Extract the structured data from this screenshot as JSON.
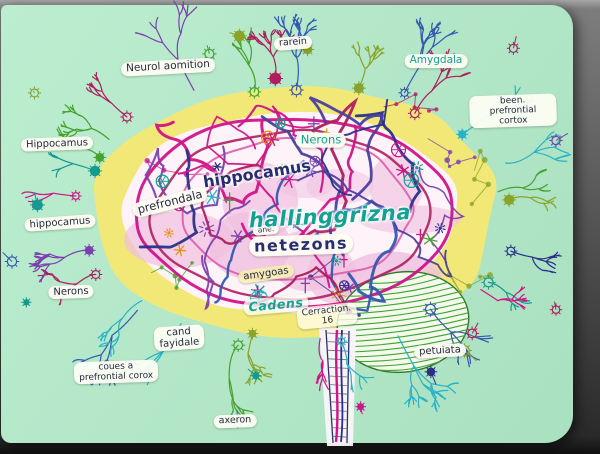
{
  "scene": {
    "title": "Hand-drawn brain neuron mind-map doodle on a mint green board",
    "colors": {
      "mat": "#b2e6c7",
      "frame_dark": "#3c3c3c",
      "halo_yellow": "#f2e878",
      "brain_cream": "#fdf3f8",
      "brain_pink": "#f0bfe0",
      "magenta": "#cf1488",
      "crimson": "#ad1f5f",
      "navy": "#2a2f8a",
      "indigo": "#4a3f9e",
      "purple": "#7b3fae",
      "blue": "#3358b0",
      "teal": "#149a8e",
      "green": "#46a12e",
      "olive": "#8aa32a",
      "orange": "#e2921c",
      "cyan": "#28b2c6",
      "cerebellum_green": "#43a338",
      "ink": "#262a40"
    }
  },
  "labels": [
    {
      "id": "neurol-aomition",
      "text": "Neurol aomition"
    },
    {
      "id": "rarein",
      "text": "rarein"
    },
    {
      "id": "amygdala",
      "text": "Amygdala"
    },
    {
      "id": "been-prefrontial-cortox",
      "text": "been.\nprefrontial cortox"
    },
    {
      "id": "hippocamus-upper-left",
      "text": "Hippocamus"
    },
    {
      "id": "hippocamus-lower-left",
      "text": "hippocamus"
    },
    {
      "id": "nerons-left",
      "text": "Nerons"
    },
    {
      "id": "prefrondala",
      "text": "prefrondala"
    },
    {
      "id": "hippocamus-center",
      "text": "hippocamus"
    },
    {
      "id": "nerons-center",
      "text": "Nerons"
    },
    {
      "id": "ane",
      "text": "ane."
    },
    {
      "id": "hallinggrizna",
      "text": "hallinggrizna"
    },
    {
      "id": "netezons",
      "text": "netezons"
    },
    {
      "id": "amygoas",
      "text": "amygoas"
    },
    {
      "id": "cadens",
      "text": "Cadens"
    },
    {
      "id": "cerraction-16",
      "text": "Cerraction.\n16"
    },
    {
      "id": "cand-fayidale",
      "text": "cand\nfayidale"
    },
    {
      "id": "coues-prefrontial-corox",
      "text": "coues a\nprefrontial corox"
    },
    {
      "id": "axeron",
      "text": "axeron"
    },
    {
      "id": "petuiata",
      "text": "petuiata"
    }
  ]
}
